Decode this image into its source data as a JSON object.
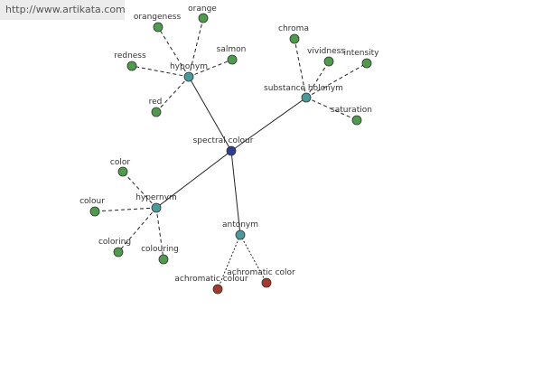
{
  "watermark": {
    "url": "http://www.artikata.com"
  },
  "colors": {
    "center": "#2e3d8f",
    "relation": "#4a9a9c",
    "word": "#4f9a4c",
    "antonym_word": "#a23a2e",
    "node_stroke": "#333333",
    "edge": "#222222"
  },
  "graph": {
    "nodes": [
      {
        "id": "spectral-colour",
        "label": "spectral colour",
        "type": "center"
      },
      {
        "id": "hyponym",
        "label": "hyponym",
        "type": "relation"
      },
      {
        "id": "substance-holonym",
        "label": "substance holonym",
        "type": "relation"
      },
      {
        "id": "hypernym",
        "label": "hypernym",
        "type": "relation"
      },
      {
        "id": "antonym",
        "label": "antonym",
        "type": "relation"
      },
      {
        "id": "orangeness",
        "label": "orangeness",
        "type": "word"
      },
      {
        "id": "orange",
        "label": "orange",
        "type": "word"
      },
      {
        "id": "redness",
        "label": "redness",
        "type": "word"
      },
      {
        "id": "salmon",
        "label": "salmon",
        "type": "word"
      },
      {
        "id": "red",
        "label": "red",
        "type": "word"
      },
      {
        "id": "chroma",
        "label": "chroma",
        "type": "word"
      },
      {
        "id": "vividness",
        "label": "vividness",
        "type": "word"
      },
      {
        "id": "intensity",
        "label": "intensity",
        "type": "word"
      },
      {
        "id": "saturation",
        "label": "saturation",
        "type": "word"
      },
      {
        "id": "color",
        "label": "color",
        "type": "word"
      },
      {
        "id": "colour",
        "label": "colour",
        "type": "word"
      },
      {
        "id": "coloring",
        "label": "coloring",
        "type": "word"
      },
      {
        "id": "colouring",
        "label": "colouring",
        "type": "word"
      },
      {
        "id": "achromatic-colour",
        "label": "achromatic colour",
        "type": "antonym_word"
      },
      {
        "id": "achromatic-color",
        "label": "achromatic color",
        "type": "antonym_word"
      }
    ],
    "edges": [
      {
        "from": "spectral-colour",
        "to": "hyponym",
        "style": "solid"
      },
      {
        "from": "spectral-colour",
        "to": "substance-holonym",
        "style": "solid"
      },
      {
        "from": "spectral-colour",
        "to": "hypernym",
        "style": "solid"
      },
      {
        "from": "spectral-colour",
        "to": "antonym",
        "style": "solid"
      },
      {
        "from": "hyponym",
        "to": "orangeness",
        "style": "dashed"
      },
      {
        "from": "hyponym",
        "to": "orange",
        "style": "dashed"
      },
      {
        "from": "hyponym",
        "to": "redness",
        "style": "dashed"
      },
      {
        "from": "hyponym",
        "to": "salmon",
        "style": "dashed"
      },
      {
        "from": "hyponym",
        "to": "red",
        "style": "dashed"
      },
      {
        "from": "substance-holonym",
        "to": "chroma",
        "style": "dashed"
      },
      {
        "from": "substance-holonym",
        "to": "vividness",
        "style": "dashed"
      },
      {
        "from": "substance-holonym",
        "to": "intensity",
        "style": "dashed"
      },
      {
        "from": "substance-holonym",
        "to": "saturation",
        "style": "dashed"
      },
      {
        "from": "hypernym",
        "to": "color",
        "style": "dashed"
      },
      {
        "from": "hypernym",
        "to": "colour",
        "style": "dashed"
      },
      {
        "from": "hypernym",
        "to": "coloring",
        "style": "dashed"
      },
      {
        "from": "hypernym",
        "to": "colouring",
        "style": "dashed"
      },
      {
        "from": "antonym",
        "to": "achromatic-colour",
        "style": "dotted"
      },
      {
        "from": "antonym",
        "to": "achromatic-color",
        "style": "dotted"
      }
    ]
  }
}
